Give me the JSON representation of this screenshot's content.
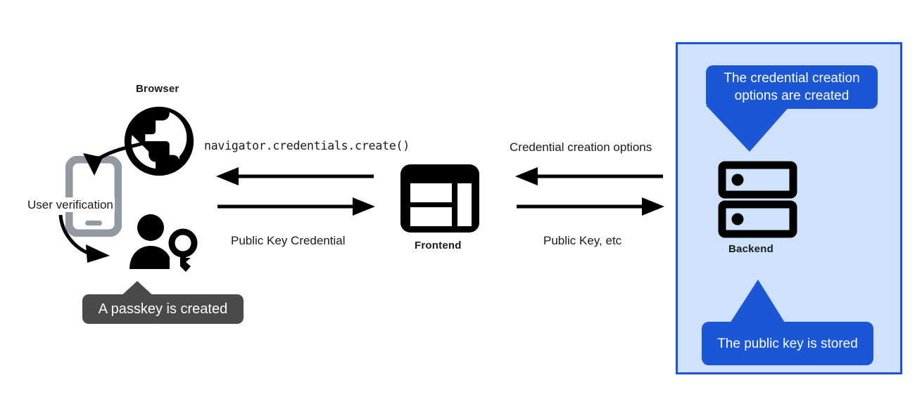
{
  "diagram": {
    "title_nodes": {
      "browser": "Browser",
      "frontend": "Frontend",
      "backend": "Backend"
    },
    "left_group": {
      "user_verification_label": "User verification",
      "passkey_tooltip": "A passkey is created",
      "browser_icon": "globe-icon",
      "device_icon": "smartphone-icon",
      "user_key_icon": "person-with-key-icon"
    },
    "flows": [
      {
        "id": "browser-frontend",
        "top_label": "navigator.credentials.create()",
        "top_label_style": "mono",
        "top_direction": "left",
        "bottom_label": "Public Key Credential",
        "bottom_label_style": "sans",
        "bottom_direction": "right"
      },
      {
        "id": "frontend-backend",
        "top_label": "Credential creation options",
        "top_label_style": "sans",
        "top_direction": "left",
        "bottom_label": "Public Key, etc",
        "bottom_label_style": "sans",
        "bottom_direction": "right"
      }
    ],
    "backend_panel": {
      "icon": "server-rack-icon",
      "callout_top": "The credential creation options are created",
      "callout_bottom": "The public key is stored"
    },
    "colors": {
      "panel_fill": "#cfe1fd",
      "panel_border": "#1a56d6",
      "callout_blue": "#1a56d6",
      "tooltip_gray": "#4a4a4a",
      "icon_black": "#000000",
      "device_gray": "#919aa3",
      "text_dark": "#1a1a1a",
      "white": "#ffffff"
    }
  }
}
